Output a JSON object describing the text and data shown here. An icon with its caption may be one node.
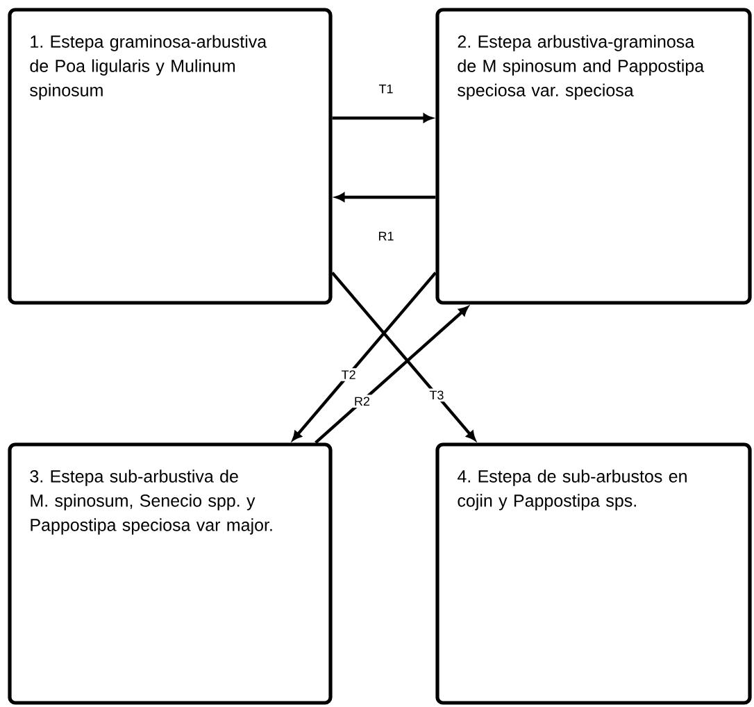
{
  "diagram": {
    "nodes": [
      {
        "text": [
          "1. Estepa graminosa-arbustiva de Poa ligularis y Mulinum spinosum"
        ]
      },
      {
        "text": [
          "2. Estepa arbustiva-graminosa de M spinosum and Pappostipa speciosa var. speciosa"
        ]
      },
      {
        "text": [
          "3. Estepa sub-arbustiva de M. spinosum, Senecio spp. y Pappostipa speciosa var major."
        ]
      },
      {
        "text": [
          "4. Estepa de sub-arbustos en cojin y Pappostipa sps."
        ]
      }
    ],
    "edges": [
      {
        "from": 0,
        "to": 1,
        "arrow": "to",
        "label": "T1"
      },
      {
        "from": 1,
        "to": 0,
        "arrow": "to",
        "label": "R1"
      },
      {
        "from": 1,
        "to": 2,
        "arrow": "to",
        "label": "T2"
      },
      {
        "from": 0,
        "to": 3,
        "arrow": "to",
        "label": "T3"
      },
      {
        "from": 2,
        "to": 1,
        "arrow": "to",
        "label": "R2"
      }
    ]
  }
}
